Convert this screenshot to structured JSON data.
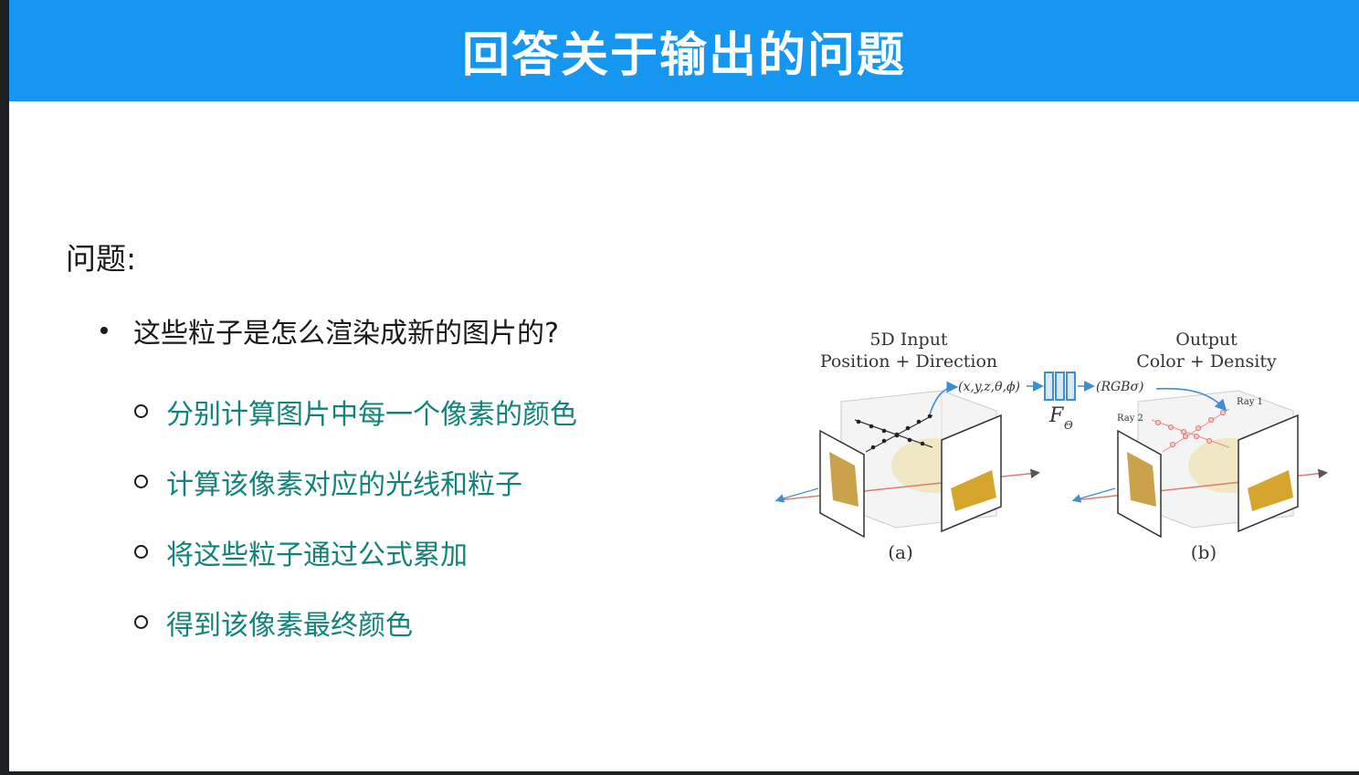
{
  "slide": {
    "title": "回答关于输出的问题",
    "question_label": "问题:",
    "main_bullet": "这些粒子是怎么渲染成新的图片的?",
    "sub_bullets": [
      "分别计算图片中每一个像素的颜色",
      "计算该像素对应的光线和粒子",
      "将这些粒子通过公式累加",
      "得到该像素最终颜色"
    ]
  },
  "figure": {
    "input_title": "5D Input",
    "input_subtitle": "Position + Direction",
    "input_vars": "(x,y,z,θ,ϕ)",
    "output_title": "Output",
    "output_subtitle": "Color + Density",
    "output_vars": "(RGBσ)",
    "network_label": "F",
    "network_sub": "Θ",
    "ray1": "Ray 1",
    "ray2": "Ray 2",
    "caption_a": "(a)",
    "caption_b": "(b)"
  },
  "colors": {
    "header_bg": "#1596f0",
    "sub_bullet_text": "#12837a",
    "network_blue": "#3a8fd6"
  }
}
